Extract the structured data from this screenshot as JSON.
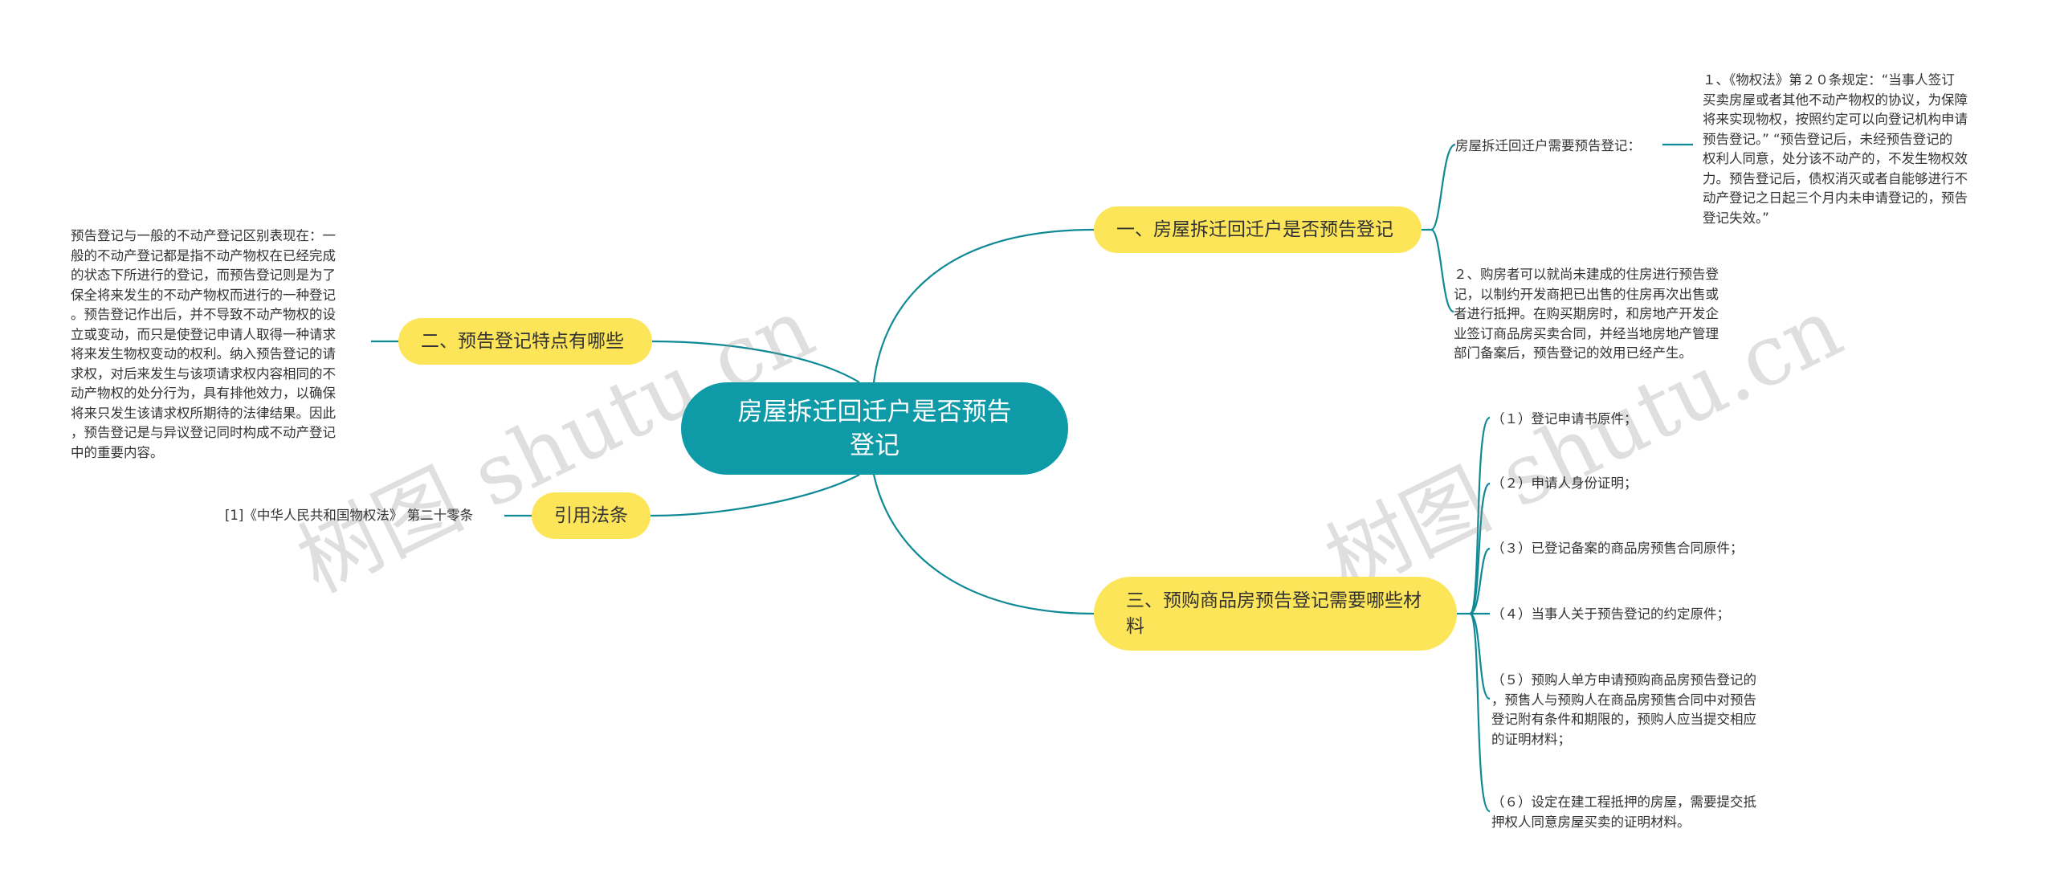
{
  "root": {
    "label": "房屋拆迁回迁户是否预告登记"
  },
  "branches": {
    "b1": {
      "label": "一、房屋拆迁回迁户是否预告登记"
    },
    "b2": {
      "label": "二、预告登记特点有哪些"
    },
    "b3": {
      "label": "三、预购商品房预告登记需要哪些材料"
    },
    "b4": {
      "label": "引用法条"
    }
  },
  "leaves": {
    "b1_sub_label": "房屋拆迁回迁户需要预告登记：",
    "b1_detail": "１、《物权法》第２０条规定：“当事人签订\n买卖房屋或者其他不动产物权的协议，为保障\n将来实现物权，按照约定可以向登记机构申请\n预告登记。” “预告登记后，未经预告登记的\n权利人同意，处分该不动产的，不发生物权效\n力。预告登记后，债权消灭或者自能够进行不\n动产登记之日起三个月内未申请登记的，预告\n登记失效。”",
    "b1_detail2": "２、购房者可以就尚未建成的住房进行预告登\n记，以制约开发商把已出售的住房再次出售或\n者进行抵押。在购买期房时，和房地产开发企\n业签订商品房买卖合同，并经当地房地产管理\n部门备案后，预告登记的效用已经产生。",
    "b2_detail": "预告登记与一般的不动产登记区别表现在：一\n般的不动产登记都是指不动产物权在已经完成\n的状态下所进行的登记，而预告登记则是为了\n保全将来发生的不动产物权而进行的一种登记\n。预告登记作出后，并不导致不动产物权的设\n立或变动，而只是使登记申请人取得一种请求\n将来发生物权变动的权利。纳入预告登记的请\n求权，对后来发生与该项请求权内容相同的不\n动产物权的处分行为，具有排他效力，以确保\n将来只发生该请求权所期待的法律结果。因此\n，预告登记是与异议登记同时构成不动产登记\n中的重要内容。",
    "b4_detail": "[1]《中华人民共和国物权法》 第二十零条",
    "b3_items": [
      "（１）登记申请书原件；",
      "（２）申请人身份证明；",
      "（３）已登记备案的商品房预售合同原件；",
      "（４）当事人关于预告登记的约定原件；",
      "（５）预购人单方申请预购商品房预告登记的\n，预售人与预购人在商品房预售合同中对预告\n登记附有条件和期限的，预购人应当提交相应\n的证明材料；",
      "（６）设定在建工程抵押的房屋，需要提交抵\n押权人同意房屋买卖的证明材料。"
    ]
  },
  "watermark": "树图 shutu.cn",
  "colors": {
    "root_fill": "#0f9aa8",
    "branch_fill": "#fde55a",
    "link": "#0f8a95",
    "text": "#333333"
  }
}
